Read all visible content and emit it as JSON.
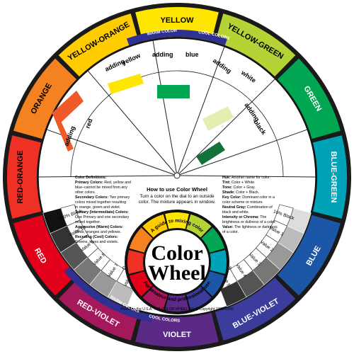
{
  "colors": {
    "yellow": "#ffe600",
    "yellow_orange": "#ffcc00",
    "orange": "#f58220",
    "red_orange": "#ee3124",
    "red": "#e2001a",
    "red_violet": "#a3195b",
    "violet": "#5b2a86",
    "blue_violet": "#3c3c9c",
    "blue": "#1c56a6",
    "blue_green": "#00a2b8",
    "green": "#00a651",
    "yellow_green": "#b5d334",
    "accent_blue": "#2e3192"
  },
  "outer_ring": [
    {
      "label": "YELLOW"
    },
    {
      "label": "YELLOW-GREEN"
    },
    {
      "label": "GREEN"
    },
    {
      "label": "BLUE-GREEN"
    },
    {
      "label": "BLUE"
    },
    {
      "label": "BLUE-VIOLET"
    },
    {
      "label": "VIOLET"
    },
    {
      "label": "RED-VIOLET"
    },
    {
      "label": "RED"
    },
    {
      "label": "RED-ORANGE"
    },
    {
      "label": "ORANGE"
    },
    {
      "label": "YELLOW-ORANGE"
    }
  ],
  "temperature": {
    "warm_top": "WARM COLORS",
    "cool_top": "COOL COLORS",
    "warm_bottom": "WARM COLORS",
    "cool_bottom": "COOL COLORS"
  },
  "window_labels": {
    "adding_yellow_1": "adding",
    "adding_yellow_2": "yellow",
    "adding_blue_1": "adding",
    "adding_blue_2": "blue",
    "adding_white_1": "adding",
    "adding_white_2": "white",
    "adding_black_1": "adding",
    "adding_black_2": "black",
    "adding_red_1": "adding",
    "adding_red_2": "red"
  },
  "values_left": {
    "black": "100% Black",
    "v10": "Value 10",
    "v9": "Value 9",
    "v8": "Value 8",
    "v7": "Value 7",
    "v6": "Value 6",
    "gray": "Gray Scale"
  },
  "values_right": {
    "black": "10% Black",
    "v1": "Value 1",
    "v2": "Value 2",
    "v3": "Value 3",
    "v4": "Value 4",
    "v5": "Value 5",
    "gray": "Gray Scale"
  },
  "instructions": {
    "title": "How to use Color Wheel",
    "line1": "Turn a color on the dial to an outside",
    "line2": "color.  The mixture appears in window."
  },
  "definitions_left": [
    {
      "b": "Color Definitions:",
      "t": ""
    },
    {
      "b": "Primary Colors:",
      "t": " Red, yellow and"
    },
    {
      "b": "",
      "t": "blue–cannot be mixed from any"
    },
    {
      "b": "",
      "t": "other colors."
    },
    {
      "b": "Secondary Colors:",
      "t": " Two primary"
    },
    {
      "b": "",
      "t": "colors mixed together resulting"
    },
    {
      "b": "",
      "t": "in orange, green and violet."
    },
    {
      "b": "Tertiary (Intermediate) Colors:",
      "t": ""
    },
    {
      "b": "",
      "t": "One Primary and one secondary"
    },
    {
      "b": "",
      "t": "mixed together."
    },
    {
      "b": "Aggressive (Warm) Colors:",
      "t": ""
    },
    {
      "b": "",
      "t": "Reds, oranges and yellows."
    },
    {
      "b": "Receding (Cool) Colors:",
      "t": ""
    },
    {
      "b": "",
      "t": "Greens, blues and violets."
    }
  ],
  "definitions_right": [
    {
      "b": "Hue:",
      "t": " Another name for color."
    },
    {
      "b": "Tint:",
      "t": " Color + White."
    },
    {
      "b": "Tone:",
      "t": " Color + Gray."
    },
    {
      "b": "Shade:",
      "t": " Color + Black."
    },
    {
      "b": "Key Color:",
      "t": " Dominant color in a"
    },
    {
      "b": "",
      "t": "color scheme or mixture."
    },
    {
      "b": "Neutral Gray:",
      "t": " Combination of"
    },
    {
      "b": "",
      "t": "black and white."
    },
    {
      "b": "Intensity or Chroma:",
      "t": " The"
    },
    {
      "b": "",
      "t": "brightness or dullness of a color."
    },
    {
      "b": "Value:",
      "t": " The lightness or darkness"
    },
    {
      "b": "",
      "t": "of a color."
    }
  ],
  "center": {
    "arc_top": "A guide to mixing color",
    "title1": "Color",
    "title2": "Wheel",
    "arc_bottom": "For amateur and professional use"
  },
  "footer": {
    "line1": "Printed in the U.S.A.  THE COLOR WHEEL CO.  © Copyright 1988   03/00"
  }
}
